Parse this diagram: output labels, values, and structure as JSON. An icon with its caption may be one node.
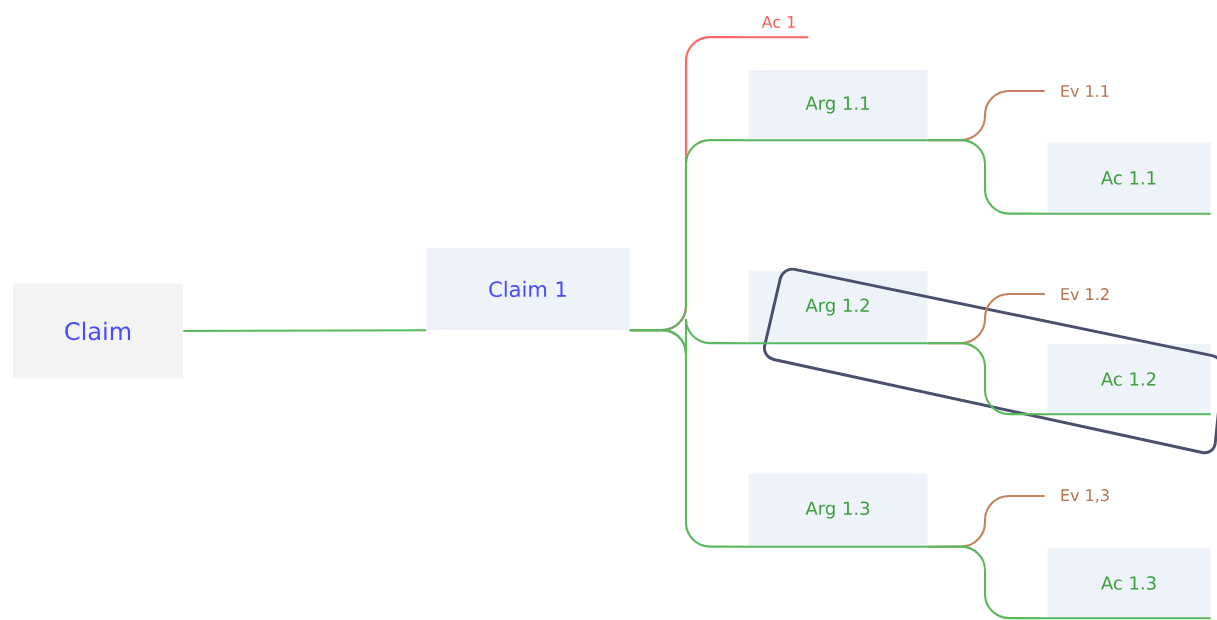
{
  "diagram": {
    "nodes": [
      {
        "text": [
          "Claim"
        ]
      },
      {
        "text": [
          "Claim 1"
        ]
      },
      {
        "text": [
          "Ac 1"
        ]
      },
      {
        "text": [
          "Arg 1.1"
        ]
      },
      {
        "text": [
          "Arg 1.2"
        ]
      },
      {
        "text": [
          "Arg 1.3"
        ]
      },
      {
        "text": [
          "Ev 1.1"
        ]
      },
      {
        "text": [
          "Ac 1.1"
        ]
      },
      {
        "text": [
          "Ev 1.2"
        ]
      },
      {
        "text": [
          "Ac 1.2"
        ]
      },
      {
        "text": [
          "Ev 1,3"
        ]
      },
      {
        "text": [
          "Ac 1.3"
        ]
      }
    ],
    "edges": [
      {
        "from": 0,
        "to": 1,
        "arrow": "none"
      },
      {
        "from": 1,
        "to": 2,
        "arrow": "none",
        "color": "#ff6666"
      },
      {
        "from": 1,
        "to": 3,
        "arrow": "none"
      },
      {
        "from": 1,
        "to": 4,
        "arrow": "none"
      },
      {
        "from": 1,
        "to": 5,
        "arrow": "none"
      },
      {
        "from": 3,
        "to": 6,
        "arrow": "none",
        "color": "#c4835f"
      },
      {
        "from": 3,
        "to": 7,
        "arrow": "none"
      },
      {
        "from": 4,
        "to": 8,
        "arrow": "none",
        "color": "#c4835f"
      },
      {
        "from": 4,
        "to": 9,
        "arrow": "none"
      },
      {
        "from": 5,
        "to": 10,
        "arrow": "none",
        "color": "#c4835f"
      },
      {
        "from": 5,
        "to": 11,
        "arrow": "none"
      }
    ]
  }
}
